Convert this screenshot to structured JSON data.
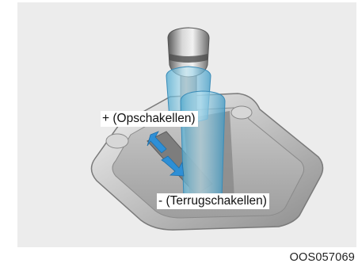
{
  "callouts": {
    "shift_up": "+ (Opschakellen)",
    "shift_down": "- (Terrugschakellen)"
  },
  "figure_code": "OOS057069",
  "colors": {
    "panel_background": "#ececec",
    "arrow_blue": "#2e8fd6",
    "ghost_knob": "#8fd0ea",
    "chrome": "#b9b9b9"
  }
}
